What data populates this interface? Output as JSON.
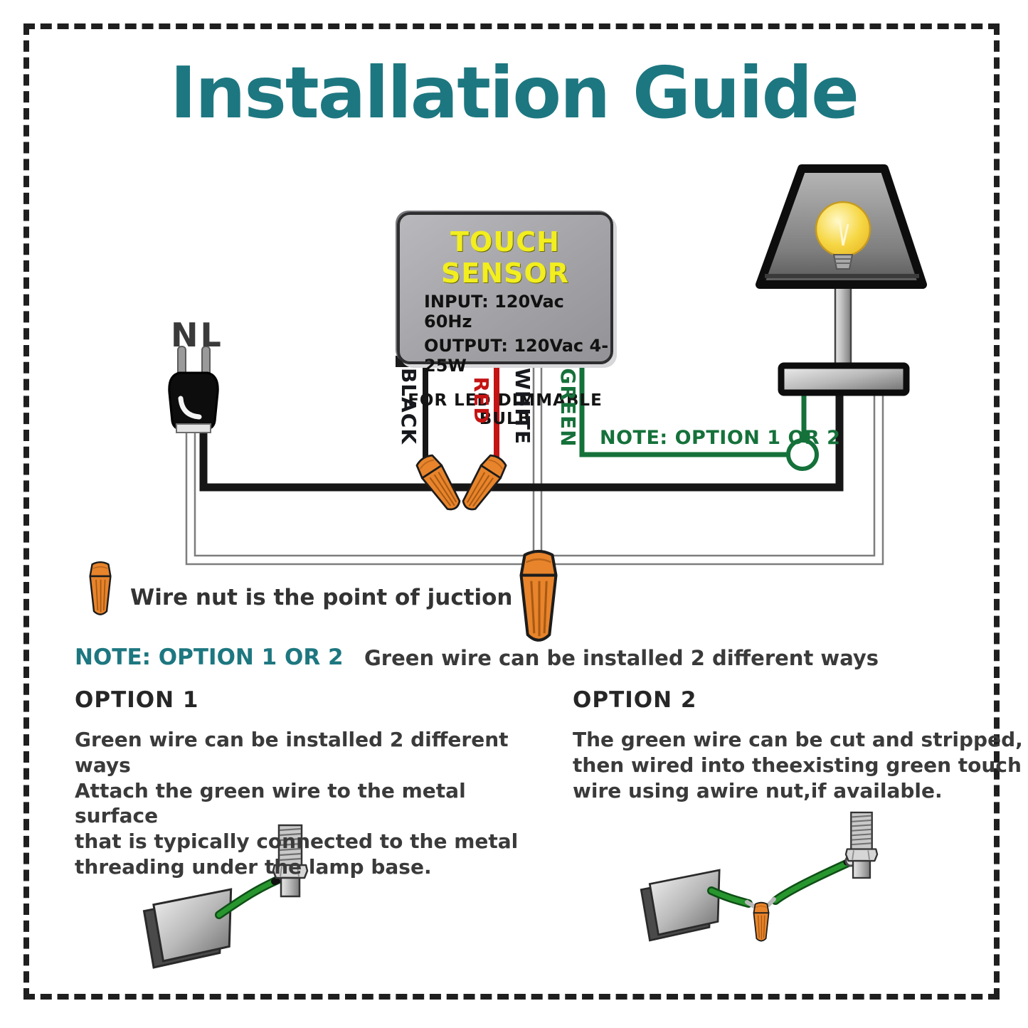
{
  "title": "Installation Guide",
  "diagram": {
    "plug_label": "NL",
    "sensor": {
      "title": "TOUCH SENSOR",
      "input": "INPUT: 120Vac 60Hz",
      "output": "OUTPUT: 120Vac 4-25W",
      "footer": "FOR LED DIMMABLE BULB"
    },
    "wire_labels": {
      "black": "BLACK",
      "red": "RED",
      "white": "WHITE",
      "green": "GREEN"
    },
    "note": "NOTE: OPTION 1 OR 2"
  },
  "legend": {
    "text": "Wire nut is the point of juction"
  },
  "note_row": {
    "label": "NOTE: OPTION 1 OR 2",
    "text": "Green wire can be installed 2 different ways"
  },
  "options": [
    {
      "heading": "OPTION 1",
      "body": "Green wire can be installed 2 different ways\nAttach the green wire to the metal surface\nthat is typically connected to the metal\nthreading under the lamp base."
    },
    {
      "heading": "OPTION 2",
      "body": "The green wire can be cut and stripped,\nthen wired into theexisting green touch\nwire using awire nut,if available."
    }
  ],
  "colors": {
    "accent_teal": "#1d7780",
    "wire_green": "#15713a",
    "wire_red": "#c41414",
    "wire_black": "#161616",
    "wire_nut_orange": "#e8842b",
    "sensor_label_yellow": "#f2ee1f"
  }
}
